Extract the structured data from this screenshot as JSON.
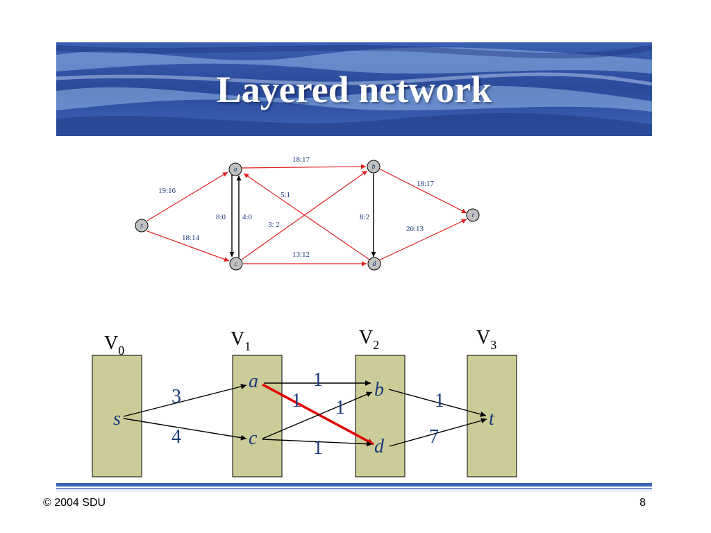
{
  "slide": {
    "title": "Layered network",
    "footer_left": "© 2004 SDU",
    "page_number": "8"
  },
  "top_graph": {
    "nodes": [
      {
        "id": "s",
        "label": "s"
      },
      {
        "id": "a",
        "label": "a"
      },
      {
        "id": "b",
        "label": "b"
      },
      {
        "id": "c",
        "label": "c"
      },
      {
        "id": "d",
        "label": "d"
      },
      {
        "id": "t",
        "label": "t"
      }
    ],
    "edges": [
      {
        "from": "s",
        "to": "a",
        "label": "19:16",
        "color": "#e02020"
      },
      {
        "from": "s",
        "to": "c",
        "label": "18:14",
        "color": "#e02020"
      },
      {
        "from": "a",
        "to": "b",
        "label": "18:17",
        "color": "#e02020"
      },
      {
        "from": "a",
        "to": "c",
        "label": "8:0",
        "color": "#000000"
      },
      {
        "from": "c",
        "to": "a",
        "label": "4:0",
        "color": "#000000"
      },
      {
        "from": "c",
        "to": "b",
        "label": "3: 2",
        "color": "#e02020"
      },
      {
        "from": "d",
        "to": "a",
        "label": "5:1",
        "color": "#e02020"
      },
      {
        "from": "b",
        "to": "d",
        "label": "8:2",
        "color": "#000000"
      },
      {
        "from": "b",
        "to": "t",
        "label": "18:17",
        "color": "#e02020"
      },
      {
        "from": "c",
        "to": "d",
        "label": "13:12",
        "color": "#e02020"
      },
      {
        "from": "d",
        "to": "t",
        "label": "20:13",
        "color": "#e02020"
      }
    ]
  },
  "layered_graph": {
    "layers": [
      {
        "name": "V",
        "sub": "0"
      },
      {
        "name": "V",
        "sub": "1"
      },
      {
        "name": "V",
        "sub": "2"
      },
      {
        "name": "V",
        "sub": "3"
      }
    ],
    "nodes": [
      {
        "id": "s",
        "label": "s"
      },
      {
        "id": "a",
        "label": "a"
      },
      {
        "id": "c",
        "label": "c"
      },
      {
        "id": "b",
        "label": "b"
      },
      {
        "id": "d",
        "label": "d"
      },
      {
        "id": "t",
        "label": "t"
      }
    ],
    "edges": [
      {
        "from": "s",
        "to": "a",
        "label": "3",
        "color": "#000000"
      },
      {
        "from": "s",
        "to": "c",
        "label": "4",
        "color": "#000000"
      },
      {
        "from": "a",
        "to": "b",
        "label": "1",
        "color": "#000000"
      },
      {
        "from": "a",
        "to": "d",
        "label": "1",
        "color": "#e00000"
      },
      {
        "from": "c",
        "to": "b",
        "label": "1",
        "color": "#000000"
      },
      {
        "from": "c",
        "to": "d",
        "label": "1",
        "color": "#000000"
      },
      {
        "from": "b",
        "to": "t",
        "label": "1",
        "color": "#000000"
      },
      {
        "from": "d",
        "to": "t",
        "label": "7",
        "color": "#000000"
      }
    ],
    "layer_fill": "#cccc99"
  }
}
